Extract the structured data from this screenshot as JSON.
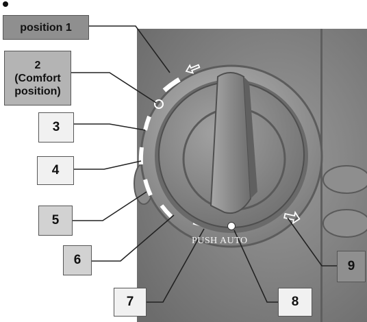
{
  "callouts": {
    "position_1": "position 1",
    "comfort": "2\n(Comfort\nposition)",
    "c3": "3",
    "c4": "4",
    "c5": "5",
    "c6": "6",
    "c7": "7",
    "c8": "8",
    "c9": "9"
  },
  "knob": {
    "push_auto_label": "PUSH AUTO"
  },
  "colors": {
    "panel": "#7c7c7c",
    "bezel": "#9a9a9a",
    "knob": "#868686",
    "marks": "#ffffff",
    "leader": "#222222"
  }
}
